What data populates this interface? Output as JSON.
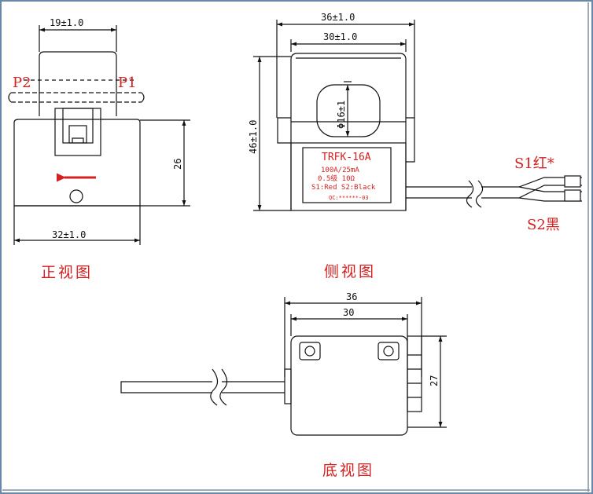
{
  "front_view": {
    "title": "正视图",
    "dim_top": "19±1.0",
    "dim_bottom": "32±1.0",
    "dim_right": "26",
    "port_left": "P2",
    "port_right": "P1",
    "arrow_color": "#d42020"
  },
  "side_view": {
    "title": "侧视图",
    "dim_outer": "36±1.0",
    "dim_inner": "30±1.0",
    "dim_height": "46±1.0",
    "dim_hole": "Φ16±1",
    "label_model": "TRFK-16A",
    "label_rating": "100A/25mA",
    "label_class": "0.5级  10Ω",
    "label_wires": "S1:Red  S2:Black",
    "label_qc": "QC:******-03",
    "wire_s1": "S1红*",
    "wire_s2": "S2黑"
  },
  "bottom_view": {
    "title": "底视图",
    "dim_outer": "36",
    "dim_inner": "30",
    "dim_height": "27"
  },
  "colors": {
    "accent": "#d42020",
    "line": "#111111",
    "frame": "#6a86a8"
  }
}
